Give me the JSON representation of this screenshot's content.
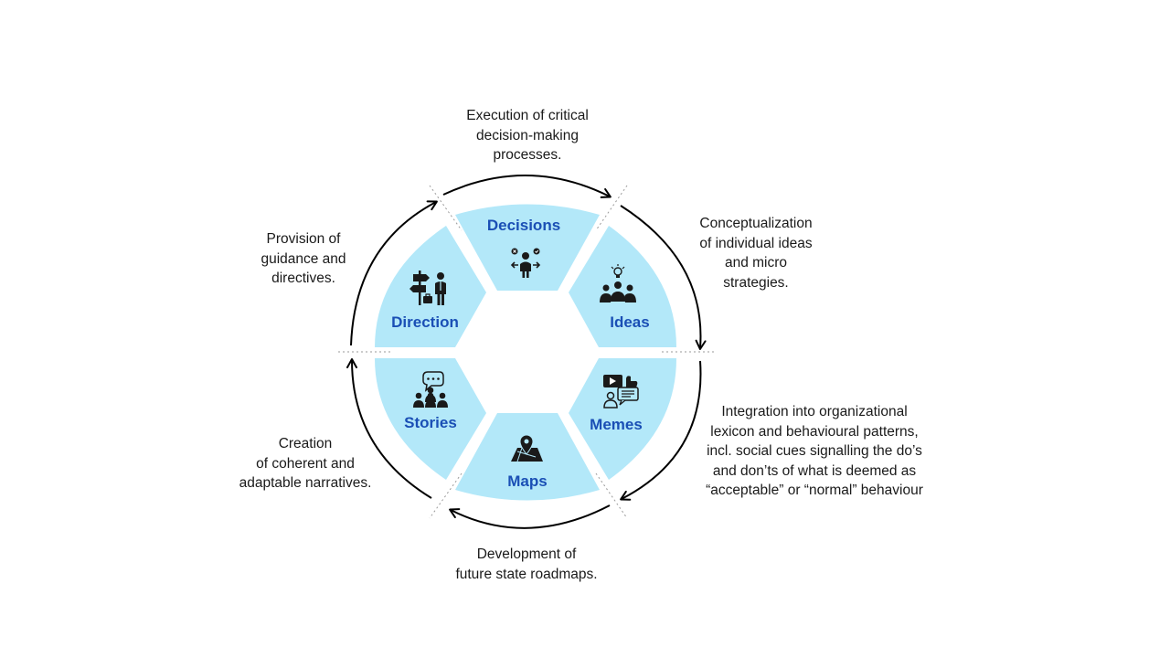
{
  "colors": {
    "segment_fill": "#b3e8f9",
    "label_color": "#1a4fb5",
    "ring_color": "#000000",
    "icon_color": "#1a1a1a"
  },
  "segments": [
    {
      "id": "decisions",
      "label": "Decisions",
      "icon": "decision-person-arrows-icon"
    },
    {
      "id": "ideas",
      "label": "Ideas",
      "icon": "team-lightbulb-icon"
    },
    {
      "id": "memes",
      "label": "Memes",
      "icon": "video-chat-like-icon"
    },
    {
      "id": "maps",
      "label": "Maps",
      "icon": "map-pin-icon"
    },
    {
      "id": "stories",
      "label": "Stories",
      "icon": "group-speech-bubble-icon"
    },
    {
      "id": "direction",
      "label": "Direction",
      "icon": "signpost-person-icon"
    }
  ],
  "descriptions": {
    "decisions": [
      "Execution of critical",
      "decision-making",
      "processes."
    ],
    "ideas": [
      "Conceptualization",
      "of individual ideas",
      "and micro",
      "strategies."
    ],
    "memes": [
      "Integration into organizational",
      "lexicon and behavioural patterns,",
      "incl. social cues signalling the do’s",
      "and don’ts of what is deemed as",
      "“acceptable” or “normal” behaviour"
    ],
    "maps": [
      "Development of",
      "future state roadmaps."
    ],
    "stories": [
      "Creation",
      "of coherent and",
      "adaptable narratives."
    ],
    "direction": [
      "Provision of",
      "guidance and",
      "directives."
    ]
  }
}
